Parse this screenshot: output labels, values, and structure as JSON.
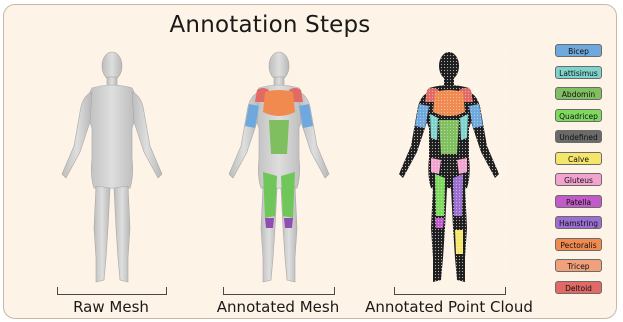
{
  "title": "Annotation Steps",
  "captions": {
    "raw": "Raw Mesh",
    "annotated_mesh": "Annotated Mesh",
    "point_cloud": "Annotated Point Cloud"
  },
  "legend": [
    {
      "label": "Bicep",
      "color": "#6fa8dc"
    },
    {
      "label": "Lattisimus",
      "color": "#7fd3cc"
    },
    {
      "label": "Abdomin",
      "color": "#7fbf5f"
    },
    {
      "label": "Quadricep",
      "color": "#7fd95f"
    },
    {
      "label": "Undefined",
      "color": "#6a6a6a"
    },
    {
      "label": "Calve",
      "color": "#f5e56a"
    },
    {
      "label": "Gluteus",
      "color": "#f3a3d0"
    },
    {
      "label": "Patella",
      "color": "#c05bc7"
    },
    {
      "label": "Hamstring",
      "color": "#9b6fd1"
    },
    {
      "label": "Pectoralis",
      "color": "#f08a4f"
    },
    {
      "label": "Tricep",
      "color": "#f0a07a"
    },
    {
      "label": "Deltoid",
      "color": "#e26a66"
    }
  ],
  "colors": {
    "background": "#fdf3e6",
    "body_gray": "#c9c9c9",
    "point_black": "#1e1e1e"
  }
}
